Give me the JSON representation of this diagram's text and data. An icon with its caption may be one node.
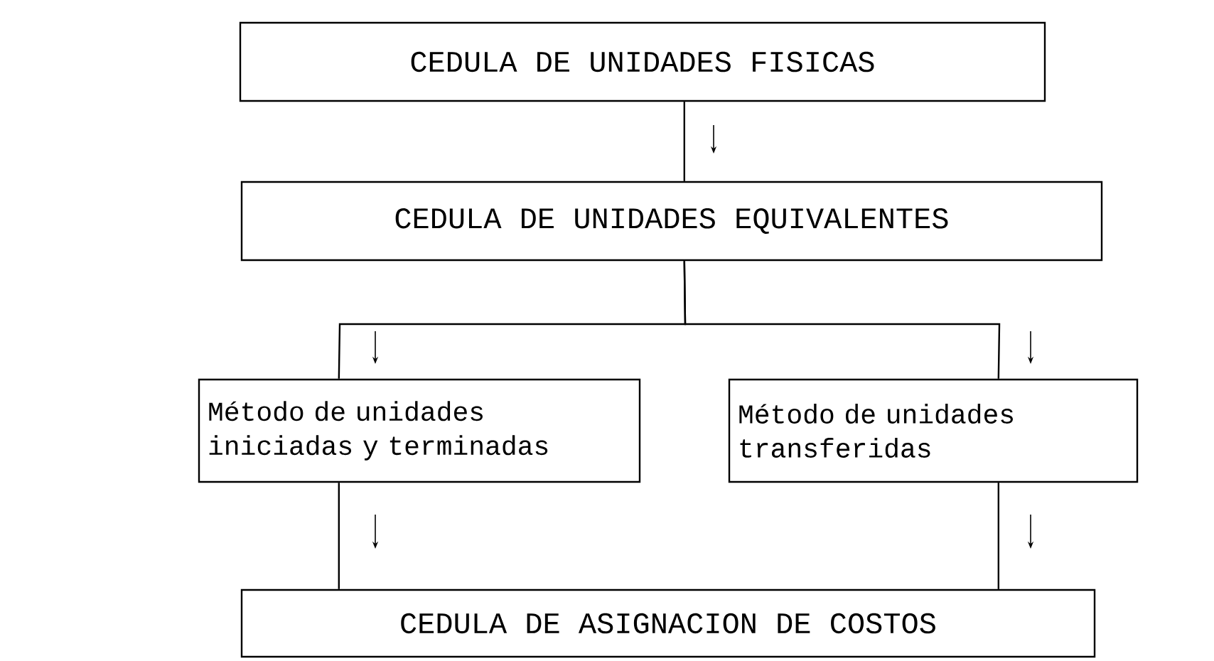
{
  "diagram": {
    "nodes": [
      {
        "text": [
          "CEDULA DE UNIDADES FISICAS"
        ]
      },
      {
        "text": [
          "CEDULA DE UNIDADES EQUIVALENTES"
        ]
      },
      {
        "text": [
          "Método de unidades iniciadas y terminadas"
        ]
      },
      {
        "text": [
          "Método de unidades transferidas"
        ]
      },
      {
        "text": [
          "CEDULA DE ASIGNACION DE COSTOS"
        ]
      }
    ],
    "edges": [
      {
        "from": 0,
        "to": 1,
        "arrow": "none"
      },
      {
        "from": 1,
        "to": 2,
        "arrow": "none"
      },
      {
        "from": 1,
        "to": 3,
        "arrow": "none"
      },
      {
        "from": 2,
        "to": 4,
        "arrow": "none"
      },
      {
        "from": 3,
        "to": 4,
        "arrow": "none"
      }
    ]
  }
}
